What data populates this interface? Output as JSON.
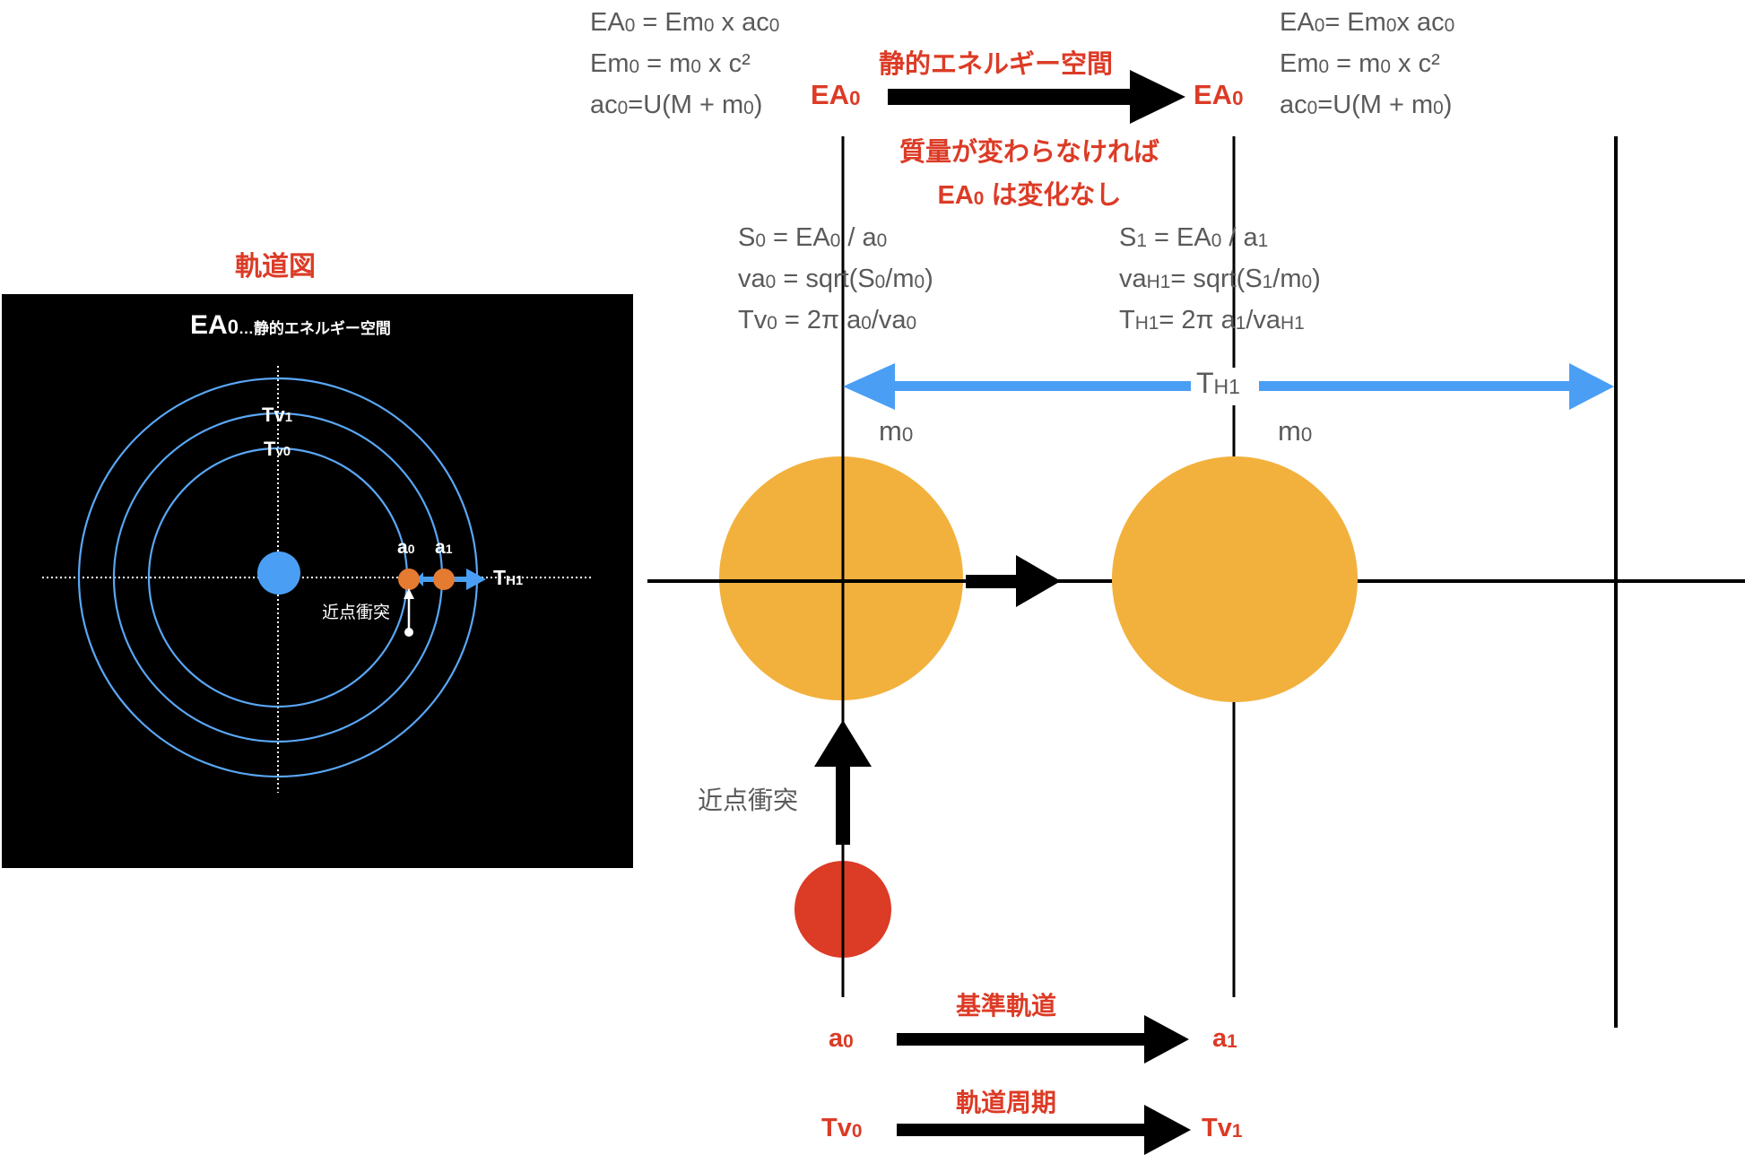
{
  "colors": {
    "accent_red": "#dc3b26",
    "mass_orange": "#f2b13d",
    "orbit_blue": "#4a9ff5",
    "small_body_orange": "#e57a31",
    "formula_gray": "#5a5a5a",
    "line_black": "#000000",
    "orbit_panel_bg": "#000000"
  },
  "top_left_formulas": [
    {
      "base": "EA",
      "sub": "0",
      "rest": " = Em",
      "sub2": "0",
      "rest2": " x ac",
      "sub3": "0",
      "rest3": ""
    },
    {
      "base": "Em",
      "sub": "0",
      "rest": " = m",
      "sub2": "0",
      "rest2": " x c²",
      "sub3": "",
      "rest3": ""
    },
    {
      "base": "ac",
      "sub": "0",
      "rest": "=U(M + m",
      "sub2": "0",
      "rest2": ")",
      "sub3": "",
      "rest3": ""
    }
  ],
  "top_right_formulas": [
    {
      "base": "EA",
      "sub": "0",
      "rest": "= Em",
      "sub2": "0",
      "rest2": "x ac",
      "sub3": "0",
      "rest3": ""
    },
    {
      "base": "Em",
      "sub": "0",
      "rest": " = m",
      "sub2": "0",
      "rest2": " x c²",
      "sub3": "",
      "rest3": ""
    },
    {
      "base": "ac",
      "sub": "0",
      "rest": "=U(M + m",
      "sub2": "0",
      "rest2": ")",
      "sub3": "",
      "rest3": ""
    }
  ],
  "energy_space": {
    "title": "静的エネルギー空間",
    "left_label": {
      "base": "EA",
      "sub": "0"
    },
    "right_label": {
      "base": "EA",
      "sub": "0"
    },
    "note_line1": "質量が変わらなければ",
    "note_line2_base": "EA",
    "note_line2_sub": "0",
    "note_line2_rest": " は変化なし"
  },
  "left_column_formulas": [
    {
      "base": "S",
      "sub": "0",
      "rest": " = EA",
      "sub2": "0",
      "rest2": " / a",
      "sub3": "0",
      "rest3": ""
    },
    {
      "base": "va",
      "sub": "0",
      "rest": " = sqrt(S",
      "sub2": "0",
      "rest2": "/m",
      "sub3": "0",
      "rest3": ")"
    },
    {
      "base": "Tv",
      "sub": "0",
      "rest": " = 2π a",
      "sub2": "0",
      "rest2": "/va",
      "sub3": "0",
      "rest3": ""
    }
  ],
  "right_column_formulas": [
    {
      "base": "S",
      "sub": "1",
      "rest": " = EA",
      "sub2": "0",
      "rest2": " / a",
      "sub3": "1",
      "rest3": ""
    },
    {
      "base": "va",
      "sub": "H1",
      "rest": "= sqrt(S",
      "sub2": "1",
      "rest2": "/m",
      "sub3": "0",
      "rest3": ")"
    },
    {
      "base": "T",
      "sub": "H1",
      "rest": "= 2π a",
      "sub2": "1",
      "rest2": "/va",
      "sub3": "H1",
      "rest3": ""
    }
  ],
  "period_arrow": {
    "base": "T",
    "sub": "H1"
  },
  "mass_labels": [
    {
      "base": "m",
      "sub": "0"
    },
    {
      "base": "m",
      "sub": "0"
    }
  ],
  "collision_label": "近点衝突",
  "reference_orbit": {
    "title": "基準軌道",
    "from": {
      "base": "a",
      "sub": "0"
    },
    "to": {
      "base": "a",
      "sub": "1"
    }
  },
  "orbital_period": {
    "title": "軌道周期",
    "from": {
      "base": "Tv",
      "sub": "0"
    },
    "to": {
      "base": "Tv",
      "sub": "1"
    }
  },
  "orbit_diagram": {
    "heading": "軌道図",
    "panel_title_base": "EA",
    "panel_title_sub": "0",
    "panel_title_rest": "…静的エネルギー空間",
    "orbit_labels": [
      {
        "base": "Tv",
        "sub": "1"
      },
      {
        "base": "T",
        "sub": "v0"
      }
    ],
    "body_labels": [
      {
        "base": "a",
        "sub": "0"
      },
      {
        "base": "a",
        "sub": "1"
      }
    ],
    "arrow_label": {
      "base": "T",
      "sub": "H1"
    },
    "collision_label": "近点衝突"
  }
}
